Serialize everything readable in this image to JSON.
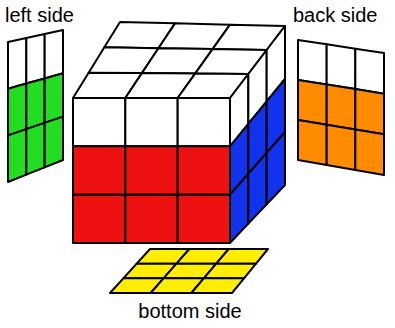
{
  "diagram": {
    "labels": [
      "left side",
      "back side",
      "bottom side"
    ]
  }
}
